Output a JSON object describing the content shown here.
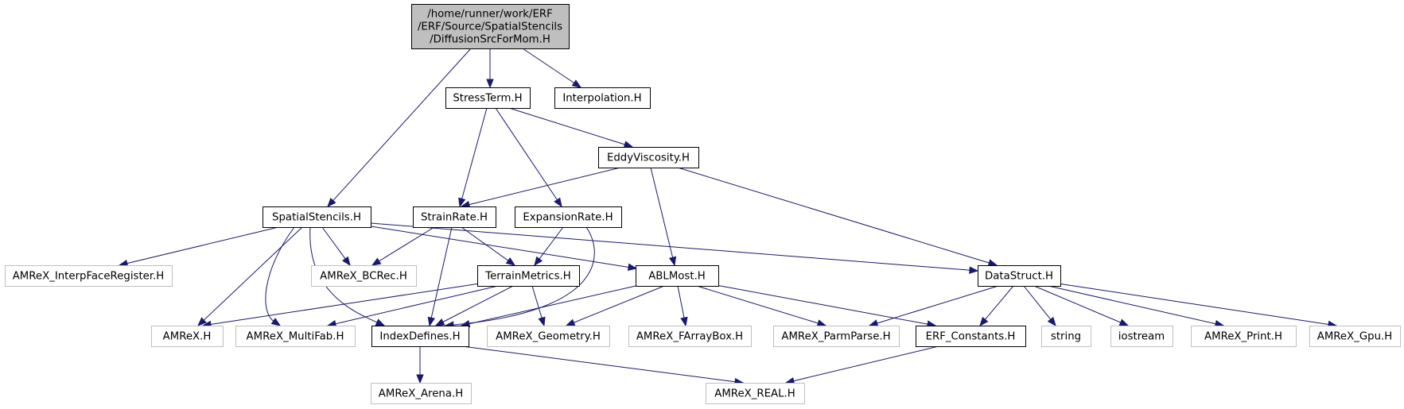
{
  "graph": {
    "nodes": [
      {
        "id": "root",
        "lines": [
          "/home/runner/work/ERF",
          "/ERF/Source/SpatialStencils",
          "/DiffusionSrcForMom.H"
        ],
        "style": "root"
      },
      {
        "id": "stressterm",
        "lines": [
          "StressTerm.H"
        ],
        "style": "normal"
      },
      {
        "id": "interpolation",
        "lines": [
          "Interpolation.H"
        ],
        "style": "normal"
      },
      {
        "id": "eddyviscosity",
        "lines": [
          "EddyViscosity.H"
        ],
        "style": "normal"
      },
      {
        "id": "spatialstencils",
        "lines": [
          "SpatialStencils.H"
        ],
        "style": "normal"
      },
      {
        "id": "strainrate",
        "lines": [
          "StrainRate.H"
        ],
        "style": "normal"
      },
      {
        "id": "expansionrate",
        "lines": [
          "ExpansionRate.H"
        ],
        "style": "normal"
      },
      {
        "id": "interpface",
        "lines": [
          "AMReX_InterpFaceRegister.H"
        ],
        "style": "external"
      },
      {
        "id": "bcrec",
        "lines": [
          "AMReX_BCRec.H"
        ],
        "style": "external"
      },
      {
        "id": "terrainmetrics",
        "lines": [
          "TerrainMetrics.H"
        ],
        "style": "normal"
      },
      {
        "id": "ablmost",
        "lines": [
          "ABLMost.H"
        ],
        "style": "normal"
      },
      {
        "id": "datastruct",
        "lines": [
          "DataStruct.H"
        ],
        "style": "normal"
      },
      {
        "id": "amrex",
        "lines": [
          "AMReX.H"
        ],
        "style": "external"
      },
      {
        "id": "multifab",
        "lines": [
          "AMReX_MultiFab.H"
        ],
        "style": "external"
      },
      {
        "id": "indexdefines",
        "lines": [
          "IndexDefines.H"
        ],
        "style": "normal"
      },
      {
        "id": "geometry",
        "lines": [
          "AMReX_Geometry.H"
        ],
        "style": "external"
      },
      {
        "id": "farraybox",
        "lines": [
          "AMReX_FArrayBox.H"
        ],
        "style": "external"
      },
      {
        "id": "parmparse",
        "lines": [
          "AMReX_ParmParse.H"
        ],
        "style": "external"
      },
      {
        "id": "erfconstants",
        "lines": [
          "ERF_Constants.H"
        ],
        "style": "normal"
      },
      {
        "id": "string",
        "lines": [
          "string"
        ],
        "style": "external"
      },
      {
        "id": "iostream",
        "lines": [
          "iostream"
        ],
        "style": "external"
      },
      {
        "id": "print",
        "lines": [
          "AMReX_Print.H"
        ],
        "style": "external"
      },
      {
        "id": "gpu",
        "lines": [
          "AMReX_Gpu.H"
        ],
        "style": "external"
      },
      {
        "id": "arena",
        "lines": [
          "AMReX_Arena.H"
        ],
        "style": "external"
      },
      {
        "id": "real",
        "lines": [
          "AMReX_REAL.H"
        ],
        "style": "external"
      }
    ],
    "edges": [
      {
        "from": "root",
        "to": "stressterm"
      },
      {
        "from": "root",
        "to": "interpolation"
      },
      {
        "from": "root",
        "to": "spatialstencils"
      },
      {
        "from": "stressterm",
        "to": "eddyviscosity"
      },
      {
        "from": "stressterm",
        "to": "strainrate"
      },
      {
        "from": "stressterm",
        "to": "expansionrate"
      },
      {
        "from": "eddyviscosity",
        "to": "strainrate"
      },
      {
        "from": "eddyviscosity",
        "to": "ablmost"
      },
      {
        "from": "eddyviscosity",
        "to": "datastruct"
      },
      {
        "from": "spatialstencils",
        "to": "interpface"
      },
      {
        "from": "spatialstencils",
        "to": "bcrec"
      },
      {
        "from": "spatialstencils",
        "to": "ablmost"
      },
      {
        "from": "spatialstencils",
        "to": "datastruct"
      },
      {
        "from": "spatialstencils",
        "to": "amrex"
      },
      {
        "from": "spatialstencils",
        "to": "multifab"
      },
      {
        "from": "spatialstencils",
        "to": "indexdefines"
      },
      {
        "from": "strainrate",
        "to": "bcrec"
      },
      {
        "from": "strainrate",
        "to": "terrainmetrics"
      },
      {
        "from": "strainrate",
        "to": "indexdefines"
      },
      {
        "from": "expansionrate",
        "to": "terrainmetrics"
      },
      {
        "from": "expansionrate",
        "to": "indexdefines"
      },
      {
        "from": "terrainmetrics",
        "to": "amrex"
      },
      {
        "from": "terrainmetrics",
        "to": "multifab"
      },
      {
        "from": "terrainmetrics",
        "to": "indexdefines"
      },
      {
        "from": "terrainmetrics",
        "to": "geometry"
      },
      {
        "from": "ablmost",
        "to": "indexdefines"
      },
      {
        "from": "ablmost",
        "to": "geometry"
      },
      {
        "from": "ablmost",
        "to": "farraybox"
      },
      {
        "from": "ablmost",
        "to": "parmparse"
      },
      {
        "from": "ablmost",
        "to": "erfconstants"
      },
      {
        "from": "datastruct",
        "to": "parmparse"
      },
      {
        "from": "datastruct",
        "to": "erfconstants"
      },
      {
        "from": "datastruct",
        "to": "string"
      },
      {
        "from": "datastruct",
        "to": "iostream"
      },
      {
        "from": "datastruct",
        "to": "print"
      },
      {
        "from": "datastruct",
        "to": "gpu"
      },
      {
        "from": "indexdefines",
        "to": "arena"
      },
      {
        "from": "indexdefines",
        "to": "real"
      },
      {
        "from": "erfconstants",
        "to": "real"
      }
    ],
    "colors": {
      "edge": "#191970",
      "root_fill": "#bfbfbf",
      "normal_border": "#000000",
      "external_border": "#bfbfbf",
      "fill": "#ffffff"
    }
  }
}
